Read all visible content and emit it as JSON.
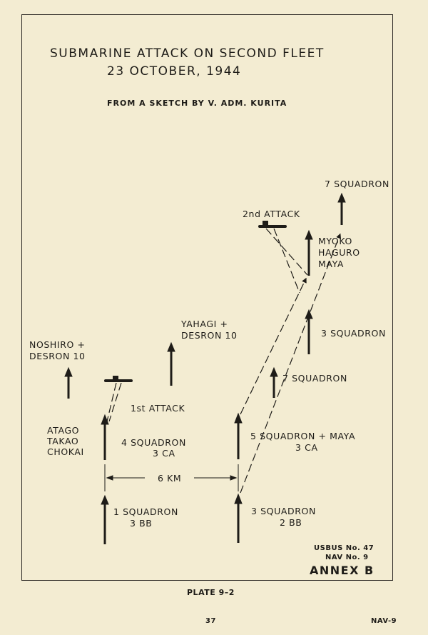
{
  "header": {
    "title_line1": "SUBMARINE ATTACK ON SECOND FLEET",
    "title_line2": "23 OCTOBER, 1944",
    "subtitle": "FROM A SKETCH BY V. ADM. KURITA"
  },
  "labels": {
    "seven_squadron_top": "7 SQUADRON",
    "second_attack": "2nd ATTACK",
    "myoko": "MYOKO",
    "haguro": "HAGURO",
    "maya_top": "MAYA",
    "yahagi": "YAHAGI +",
    "desron_center": "DESRON 10",
    "noshiro": "NOSHIRO +",
    "desron_left": "DESRON 10",
    "three_squadron_right": "3 SQUADRON",
    "seven_squadron_mid": "7 SQUADRON",
    "first_attack": "1st ATTACK",
    "atago": "ATAGO",
    "takao": "TAKAO",
    "chokai": "CHOKAI",
    "four_squadron": "4 SQUADRON",
    "four_squadron_ca": "3 CA",
    "five_squadron": "5 SQUADRON + MAYA",
    "five_squadron_ca": "3 CA",
    "distance": "6 KM",
    "one_squadron": "1 SQUADRON",
    "one_squadron_bb": "3 BB",
    "three_squadron_bottom": "3 SQUADRON",
    "three_squadron_bb": "2 BB"
  },
  "reference": {
    "usbus": "USBUS No. 47",
    "nav": "NAV No. 9",
    "annex": "ANNEX B"
  },
  "footer": {
    "plate": "PLATE 9–2",
    "page_number": "37",
    "nav_code": "NAV-9"
  }
}
